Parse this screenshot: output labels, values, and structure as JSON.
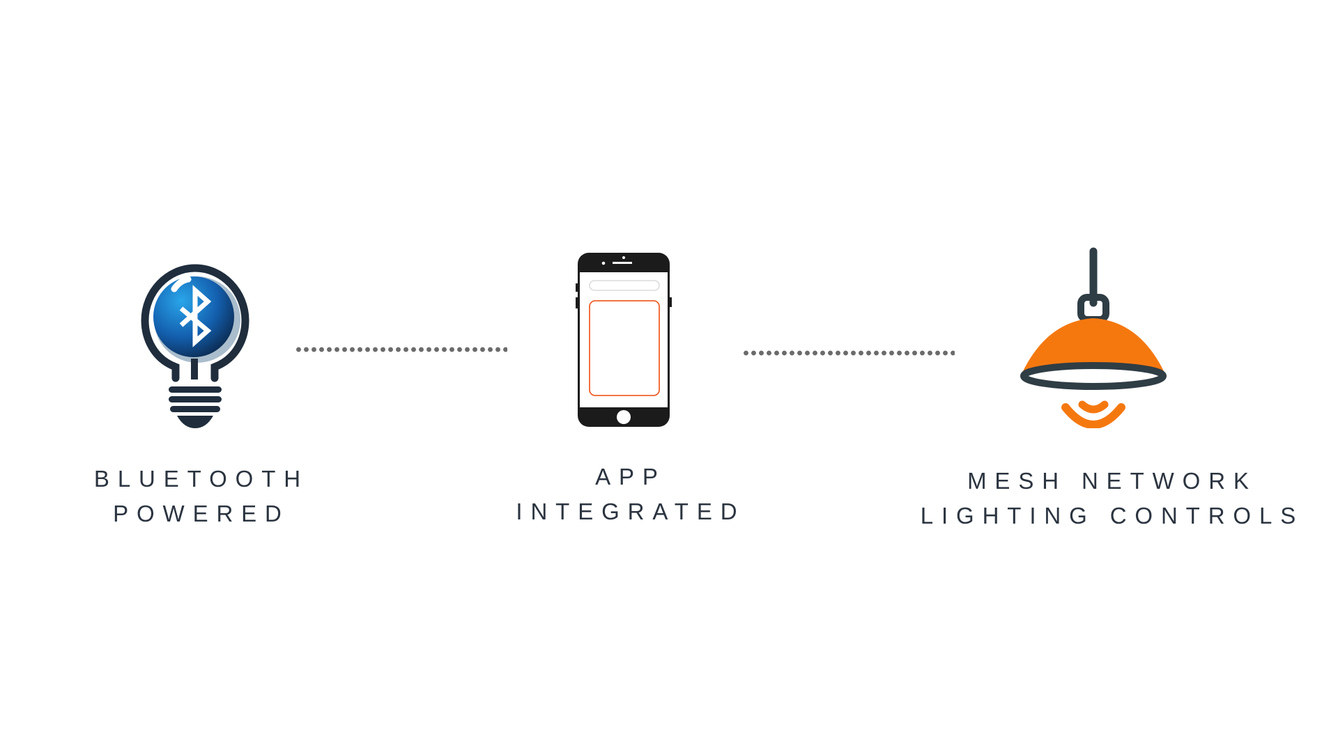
{
  "colors": {
    "dark": "#1f2d3d",
    "blue": "#1a73c9",
    "orange": "#f5780f",
    "phone": "#1b1b1b",
    "dots": "#6b6b6b",
    "text": "#2b3440"
  },
  "steps": [
    {
      "icon": "bluetooth-bulb-icon",
      "lines": [
        "BLUETOOTH",
        "POWERED"
      ]
    },
    {
      "icon": "smartphone-icon",
      "lines": [
        "APP",
        "INTEGRATED"
      ]
    },
    {
      "icon": "pendant-lamp-icon",
      "lines": [
        "MESH NETWORK",
        "LIGHTING CONTROLS"
      ]
    }
  ]
}
